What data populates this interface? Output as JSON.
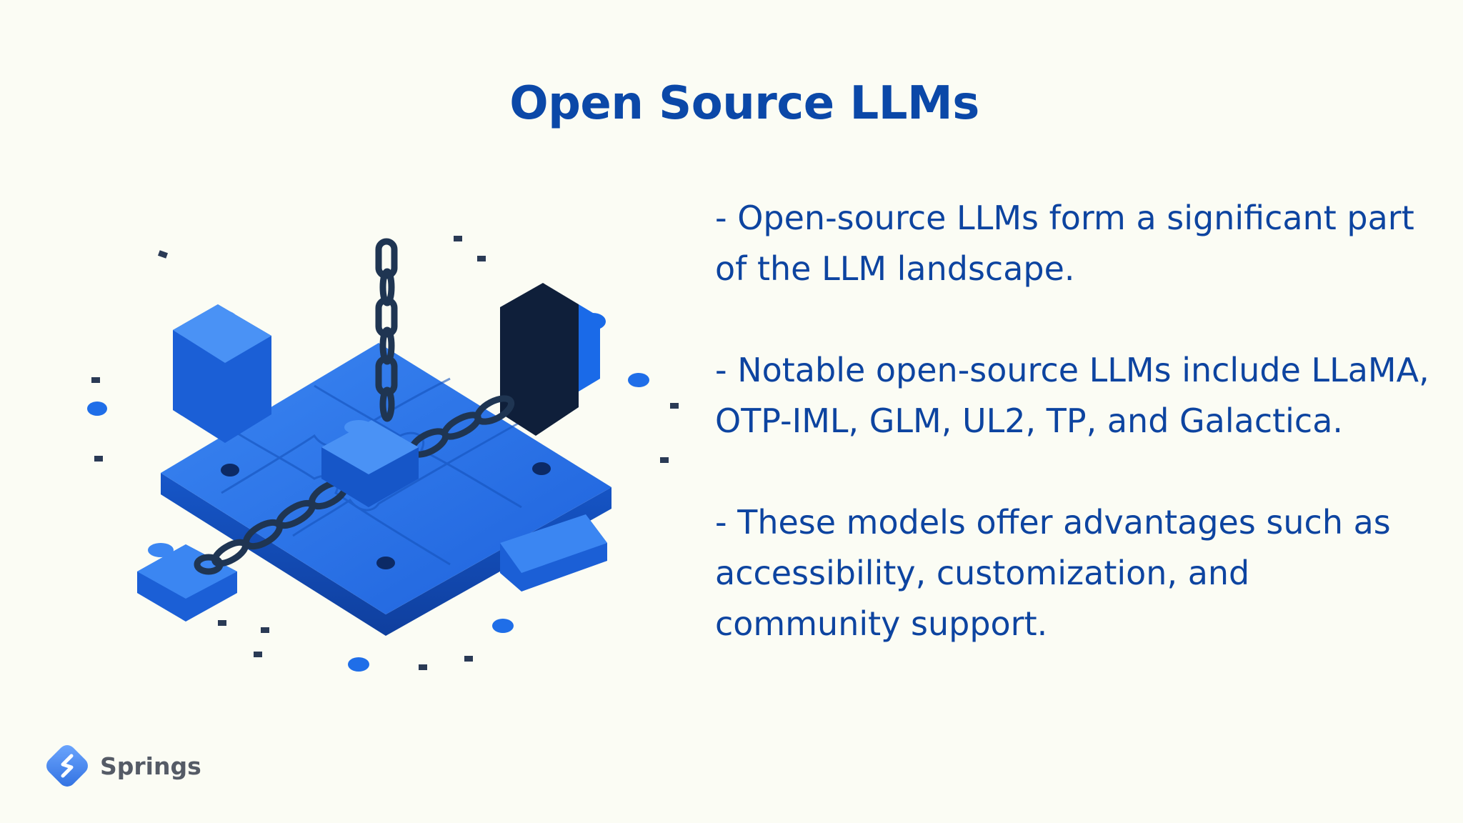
{
  "slide": {
    "title": "Open Source LLMs",
    "bullets": [
      "- Open-source LLMs form a significant part of the LLM landscape.",
      "- Notable open-source LLMs include LLaMA, OTP-IML, GLM, UL2, TP, and Galactica.",
      "- These models offer advantages such as accessibility, customization, and community support."
    ]
  },
  "illustration": {
    "icon": "chained-puzzle-icon"
  },
  "brand": {
    "name": "Springs",
    "icon": "springs-logo-icon"
  },
  "colors": {
    "background": "#fbfcf4",
    "title": "#0b48a8",
    "text": "#0d44a0",
    "puzzle": "#1f6ee8",
    "puzzle_dark": "#0f3f9e",
    "chain": "#1f3552"
  }
}
